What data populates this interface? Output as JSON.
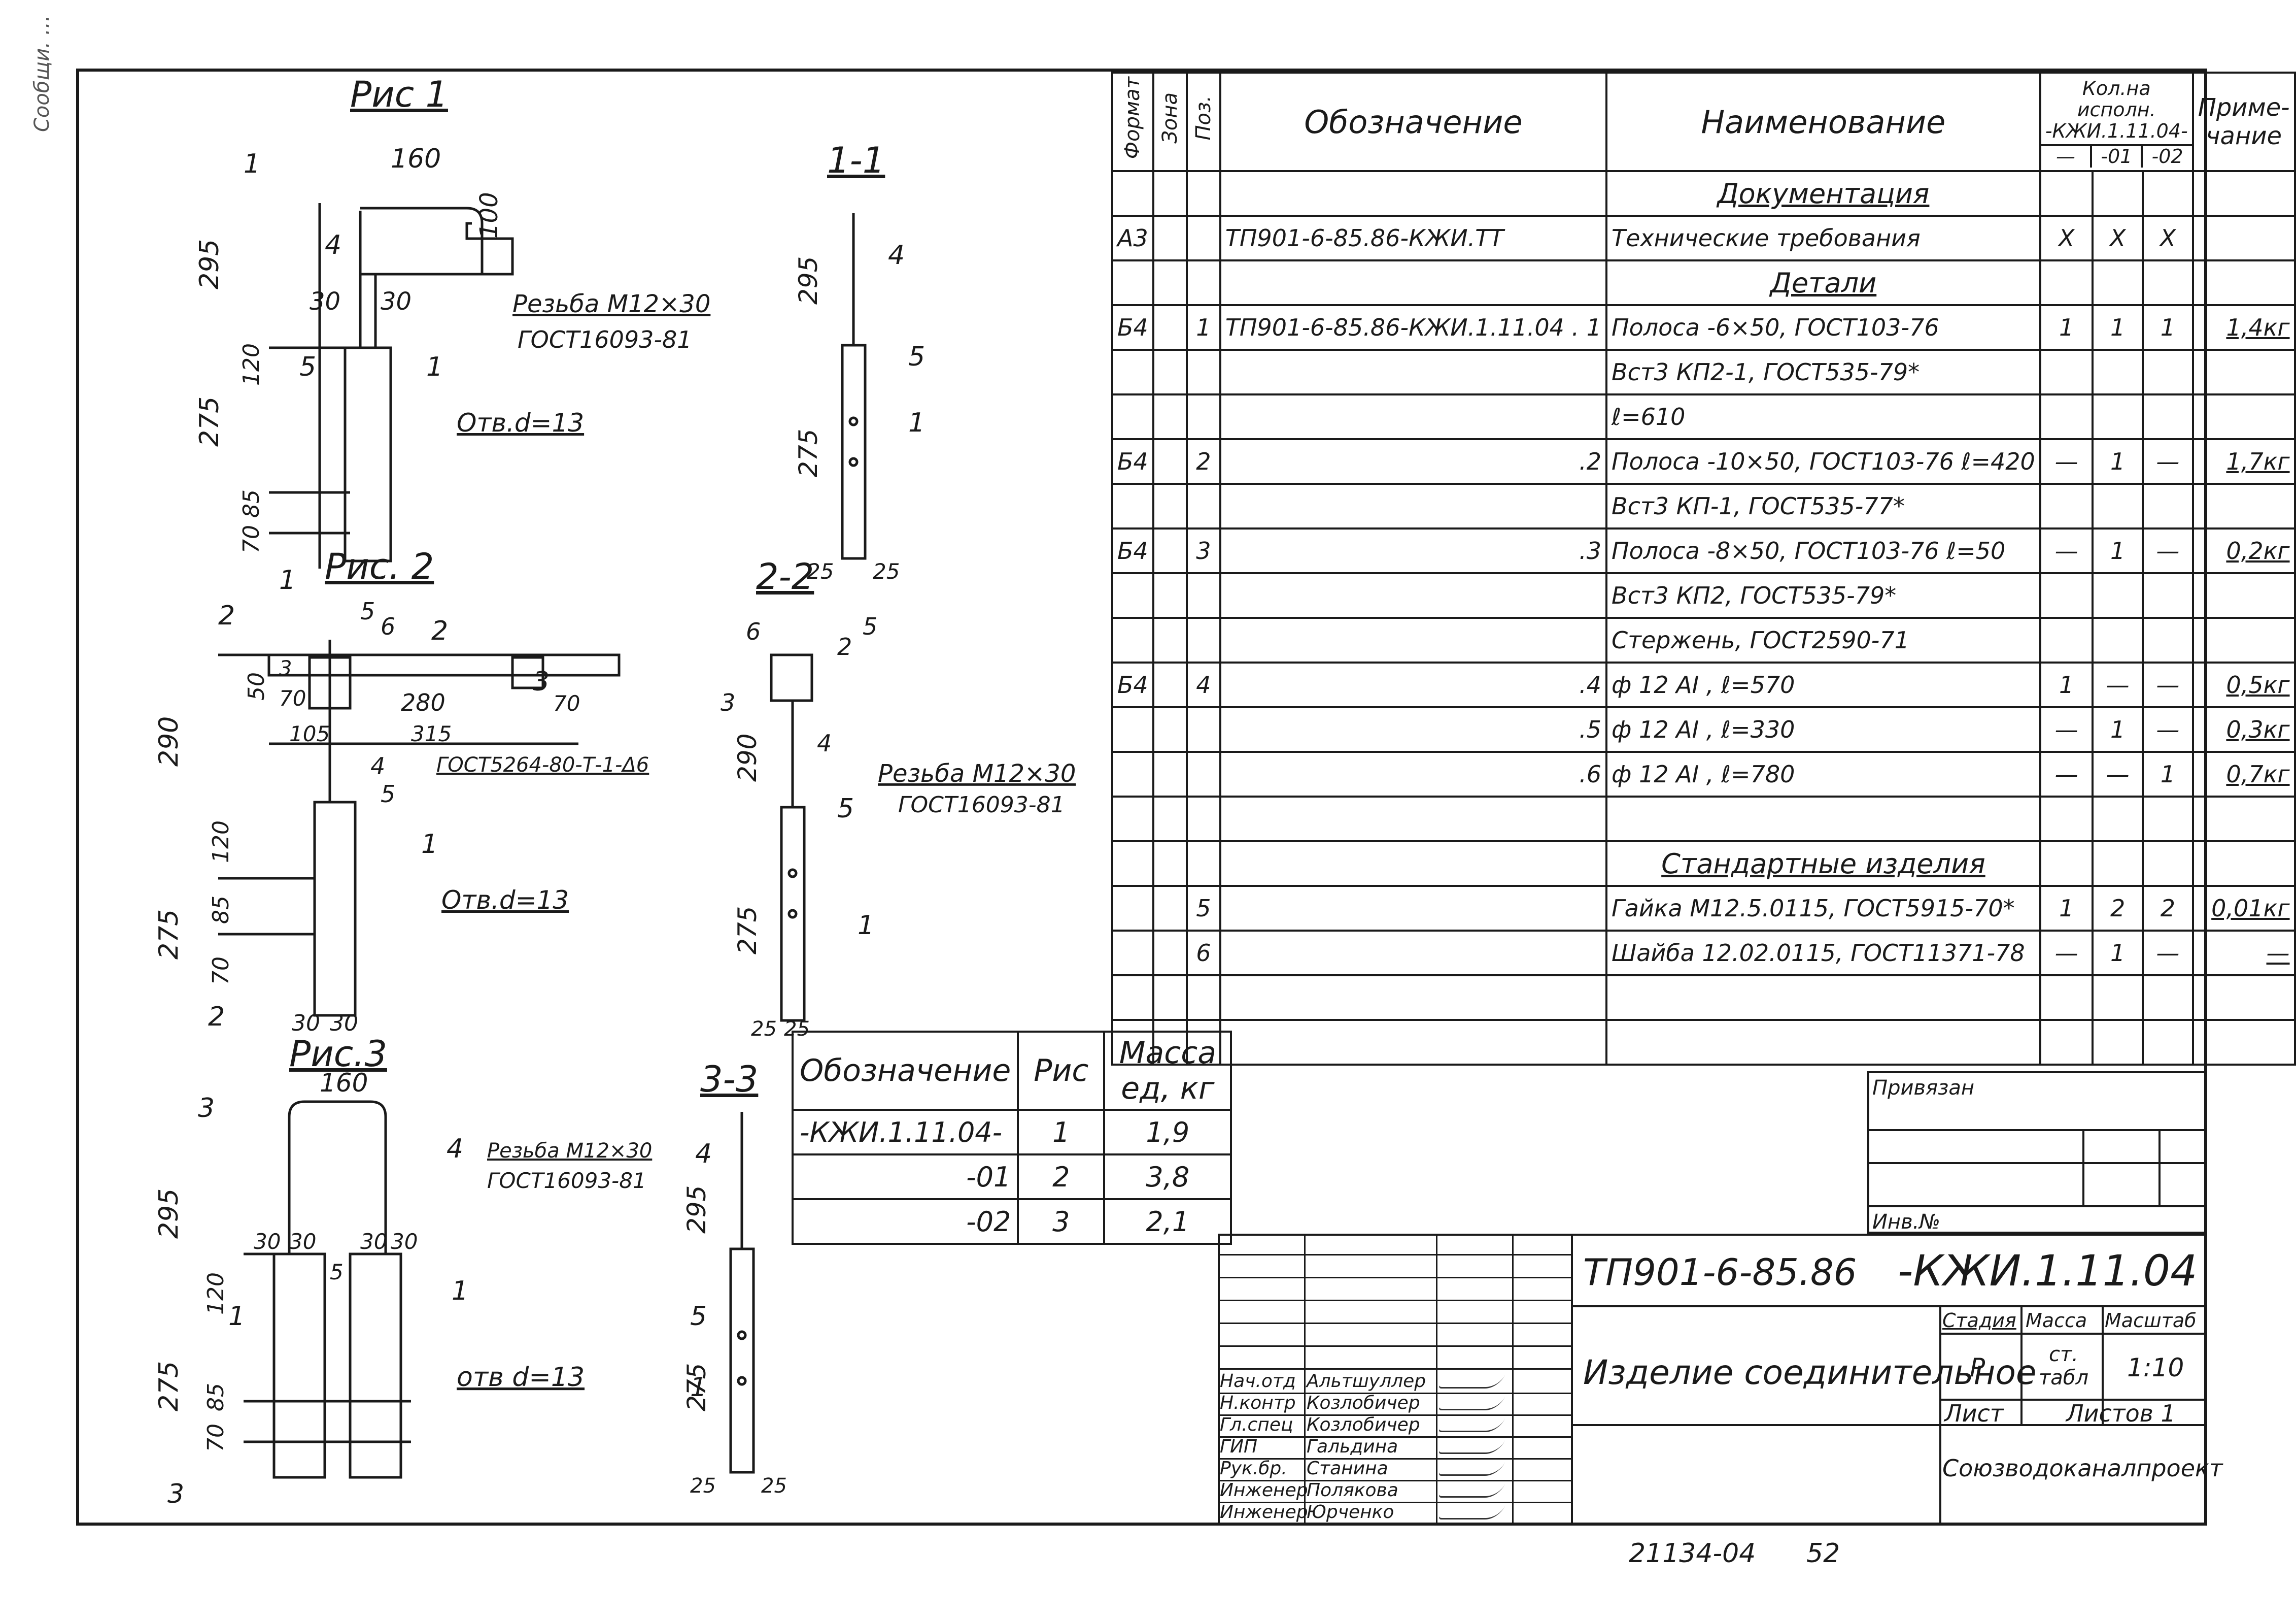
{
  "drawing": {
    "fig1": {
      "title": "Рис 1",
      "dims": [
        "160",
        "100",
        "295",
        "30",
        "30",
        "275",
        "120",
        "85",
        "70"
      ],
      "thread": "Резьба М12×30",
      "thread_std": "ГОСТ16093-81",
      "hole": "Отв.d=13",
      "marks": [
        "1",
        "4",
        "5",
        "1",
        "1"
      ]
    },
    "sec1": {
      "title": "1-1",
      "dims": [
        "295",
        "275",
        "25",
        "25"
      ],
      "marks": [
        "4",
        "5",
        "1"
      ]
    },
    "fig2": {
      "title": "Рис. 2",
      "dims": [
        "50",
        "70",
        "280",
        "70",
        "105",
        "315",
        "290",
        "275",
        "120",
        "85",
        "70",
        "30",
        "30"
      ],
      "std": "ГОСТ5264-80-Т-1-Δ6",
      "hole": "Отв.d=13",
      "marks": [
        "2",
        "5",
        "6",
        "2",
        "3",
        "3",
        "4",
        "5",
        "1",
        "2",
        "2"
      ]
    },
    "sec2": {
      "title": "2-2",
      "dims": [
        "290",
        "275",
        "25",
        "25"
      ],
      "thread": "Резьба М12×30",
      "thread_std": "ГОСТ16093-81",
      "marks": [
        "6",
        "5",
        "2",
        "3",
        "4",
        "5",
        "1"
      ]
    },
    "fig3": {
      "title": "Рис.3",
      "dims": [
        "160",
        "295",
        "30",
        "30",
        "30",
        "30",
        "5",
        "275",
        "120",
        "85",
        "70"
      ],
      "thread": "Резьба М12×30",
      "thread_std": "ГОСТ16093-81",
      "hole": "отв d=13",
      "marks": [
        "3",
        "4",
        "1",
        "1",
        "3"
      ]
    },
    "sec3": {
      "title": "3-3",
      "dims": [
        "295",
        "275",
        "25",
        "25"
      ],
      "marks": [
        "4",
        "5",
        "1"
      ]
    }
  },
  "spec": {
    "headers": {
      "format": "Формат",
      "zone": "Зона",
      "pos": "Поз.",
      "designation": "Обозначение",
      "name": "Наименование",
      "qty": "Кол.на исполн. -КЖИ.1.11.04-",
      "qty_cols": [
        "—",
        "-01",
        "-02"
      ],
      "note": "Приме- чание"
    },
    "rows": [
      {
        "fmt": "",
        "pos": "",
        "des": "",
        "name": "Документация",
        "section": true,
        "q": [
          "",
          "",
          ""
        ],
        "note": ""
      },
      {
        "fmt": "А3",
        "pos": "",
        "des": "ТП901-6-85.86-КЖИ.ТТ",
        "name": "Технические требования",
        "section": false,
        "q": [
          "X",
          "X",
          "X"
        ],
        "note": ""
      },
      {
        "fmt": "",
        "pos": "",
        "des": "",
        "name": "Детали",
        "section": true,
        "q": [
          "",
          "",
          ""
        ],
        "note": ""
      },
      {
        "fmt": "Б4",
        "pos": "1",
        "des": "ТП901-6-85.86-КЖИ.1.11.04 . 1",
        "name": "Полоса -6×50, ГОСТ103-76",
        "section": false,
        "q": [
          "1",
          "1",
          "1"
        ],
        "note": "1,4кг"
      },
      {
        "fmt": "",
        "pos": "",
        "des": "",
        "name": "Вст3 КП2-1, ГОСТ535-79*",
        "section": false,
        "q": [
          "",
          "",
          ""
        ],
        "note": ""
      },
      {
        "fmt": "",
        "pos": "",
        "des": "",
        "name": "ℓ=610",
        "section": false,
        "q": [
          "",
          "",
          ""
        ],
        "note": ""
      },
      {
        "fmt": "Б4",
        "pos": "2",
        "des": ".2",
        "name": "Полоса -10×50, ГОСТ103-76 ℓ=420",
        "section": false,
        "q": [
          "—",
          "1",
          "—"
        ],
        "note": "1,7кг"
      },
      {
        "fmt": "",
        "pos": "",
        "des": "",
        "name": "Вст3 КП-1, ГОСТ535-77*",
        "section": false,
        "q": [
          "",
          "",
          ""
        ],
        "note": ""
      },
      {
        "fmt": "Б4",
        "pos": "3",
        "des": ".3",
        "name": "Полоса -8×50, ГОСТ103-76 ℓ=50",
        "section": false,
        "q": [
          "—",
          "1",
          "—"
        ],
        "note": "0,2кг"
      },
      {
        "fmt": "",
        "pos": "",
        "des": "",
        "name": "Вст3 КП2, ГОСТ535-79*",
        "section": false,
        "q": [
          "",
          "",
          ""
        ],
        "note": ""
      },
      {
        "fmt": "",
        "pos": "",
        "des": "",
        "name": "Стержень, ГОСТ2590-71",
        "section": false,
        "q": [
          "",
          "",
          ""
        ],
        "note": ""
      },
      {
        "fmt": "Б4",
        "pos": "4",
        "des": ".4",
        "name": "ф 12 АI , ℓ=570",
        "section": false,
        "q": [
          "1",
          "—",
          "—"
        ],
        "note": "0,5кг"
      },
      {
        "fmt": "",
        "pos": "",
        "des": ".5",
        "name": "ф 12 АI , ℓ=330",
        "section": false,
        "q": [
          "—",
          "1",
          "—"
        ],
        "note": "0,3кг"
      },
      {
        "fmt": "",
        "pos": "",
        "des": ".6",
        "name": "ф 12 АI , ℓ=780",
        "section": false,
        "q": [
          "—",
          "—",
          "1"
        ],
        "note": "0,7кг"
      },
      {
        "fmt": "",
        "pos": "",
        "des": "",
        "name": "",
        "section": false,
        "q": [
          "",
          "",
          ""
        ],
        "note": ""
      },
      {
        "fmt": "",
        "pos": "",
        "des": "",
        "name": "Стандартные изделия",
        "section": true,
        "q": [
          "",
          "",
          ""
        ],
        "note": ""
      },
      {
        "fmt": "",
        "pos": "5",
        "des": "",
        "name": "Гайка М12.5.0115, ГОСТ5915-70*",
        "section": false,
        "q": [
          "1",
          "2",
          "2"
        ],
        "note": "0,01кг"
      },
      {
        "fmt": "",
        "pos": "6",
        "des": "",
        "name": "Шайба 12.02.0115, ГОСТ11371-78",
        "section": false,
        "q": [
          "—",
          "1",
          "—"
        ],
        "note": "—"
      },
      {
        "fmt": "",
        "pos": "",
        "des": "",
        "name": "",
        "section": false,
        "q": [
          "",
          "",
          ""
        ],
        "note": ""
      },
      {
        "fmt": "",
        "pos": "",
        "des": "",
        "name": "",
        "section": false,
        "q": [
          "",
          "",
          ""
        ],
        "note": ""
      }
    ]
  },
  "mass_table": {
    "headers": [
      "Обозначение",
      "Рис",
      "Масса ед, кг"
    ],
    "rows": [
      [
        "-КЖИ.1.11.04-",
        "1",
        "1,9"
      ],
      [
        "-01",
        "2",
        "3,8"
      ],
      [
        "-02",
        "3",
        "2,1"
      ]
    ]
  },
  "stamp": {
    "bound": "Привязан",
    "inv": "Инв.№",
    "code": "ТП901-6-85.86",
    "code_suffix": "-КЖИ.1.11.04",
    "title": "Изделие соединительное",
    "stage_h": "Стадия",
    "mass_h": "Масса",
    "scale_h": "Масштаб",
    "stage": "Р",
    "mass": "ст. табл",
    "scale": "1:10",
    "sheet": "Лист",
    "sheets": "Листов 1",
    "org": "Союзводоканалпроект",
    "people": [
      [
        "Нач.отд",
        "Альтшуллер"
      ],
      [
        "Н.контр",
        "Козлобичер"
      ],
      [
        "Гл.спец",
        "Козлобичер"
      ],
      [
        "ГИП",
        "Гальдина"
      ],
      [
        "Рук.бр.",
        "Станина"
      ],
      [
        "Инженер",
        "Полякова"
      ],
      [
        "Инженер",
        "Юрченко"
      ]
    ]
  },
  "footer": {
    "left": "21134-04",
    "right": "52"
  },
  "side": {
    "text": "Сообщи. …"
  }
}
